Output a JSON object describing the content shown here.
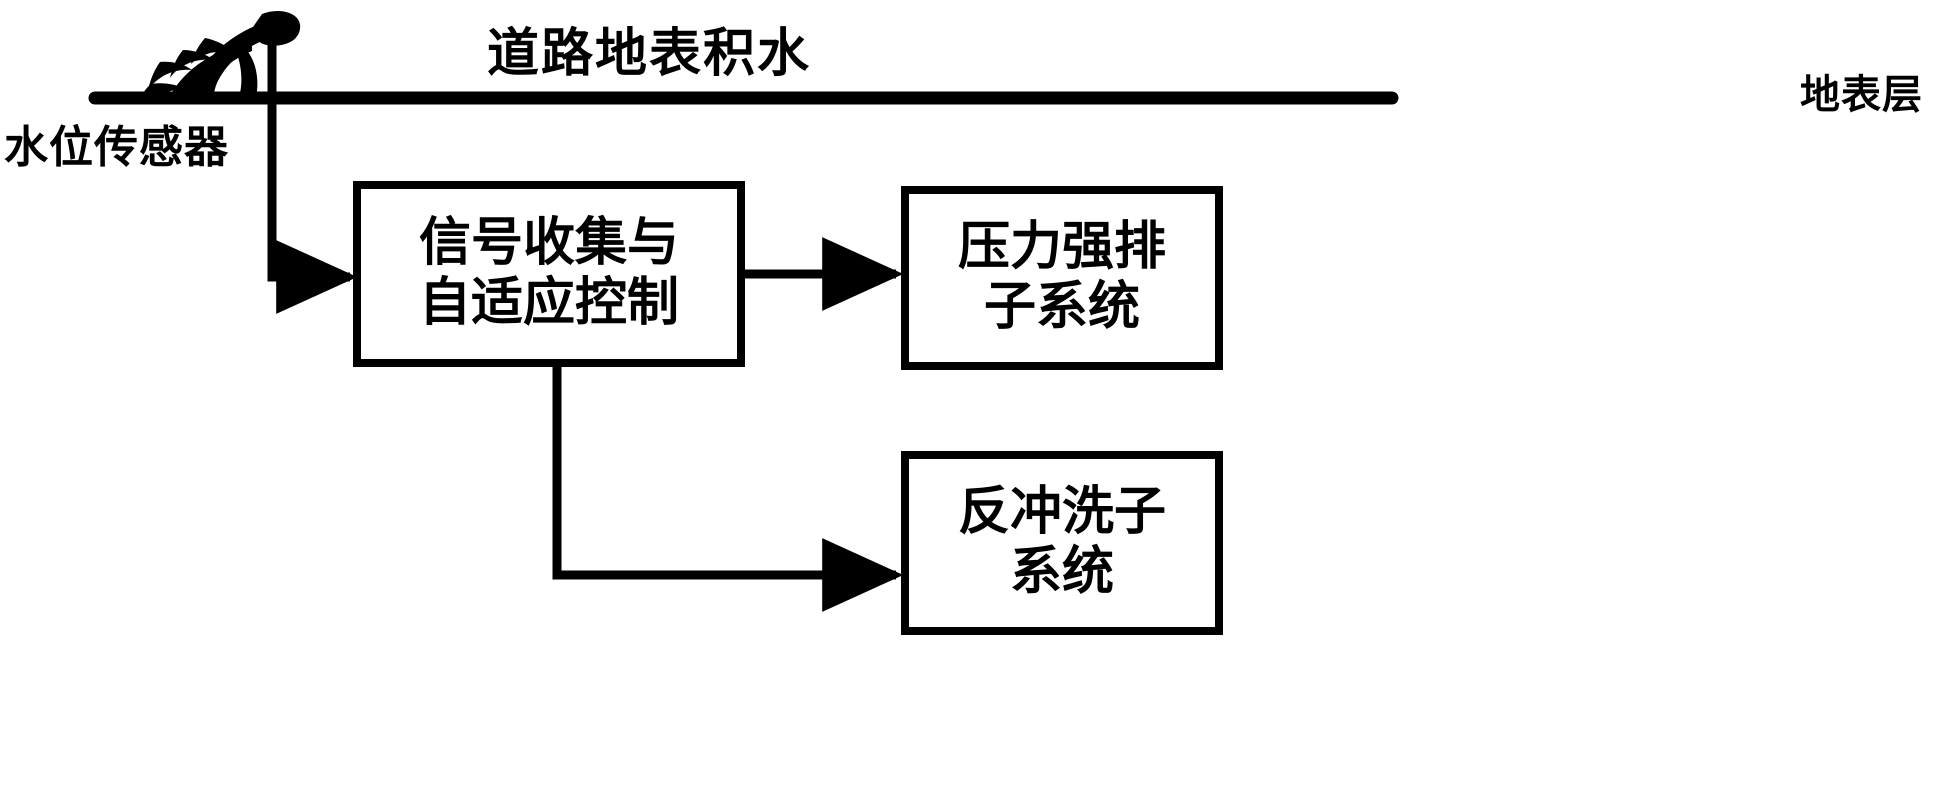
{
  "diagram": {
    "title_label": "道路地表积水",
    "surface_layer_label": "地表层",
    "sensor_label": "水位传感器",
    "sensor_icon": "water-level-sensor-icon",
    "ground_line_label": "ground-surface-line",
    "boxes": [
      {
        "id": "control",
        "name": "signal-collection-adaptive-control",
        "line1": "信号收集与",
        "line2": "自适应控制"
      },
      {
        "id": "pump",
        "name": "pressure-forced-drainage-subsystem",
        "line1": "压力强排",
        "line2": "子系统"
      },
      {
        "id": "backwash",
        "name": "backwash-subsystem",
        "line1": "反冲洗子",
        "line2": "系统"
      }
    ],
    "connections": [
      {
        "from": "sensor",
        "to": "control",
        "name": "sensor-to-control-arrow"
      },
      {
        "from": "control",
        "to": "pump",
        "name": "control-to-pump-arrow"
      },
      {
        "from": "control",
        "to": "backwash",
        "name": "control-to-backwash-arrow"
      }
    ],
    "colors": {
      "stroke": "#000000",
      "background": "#ffffff",
      "box_fill": "#ffffff"
    }
  }
}
